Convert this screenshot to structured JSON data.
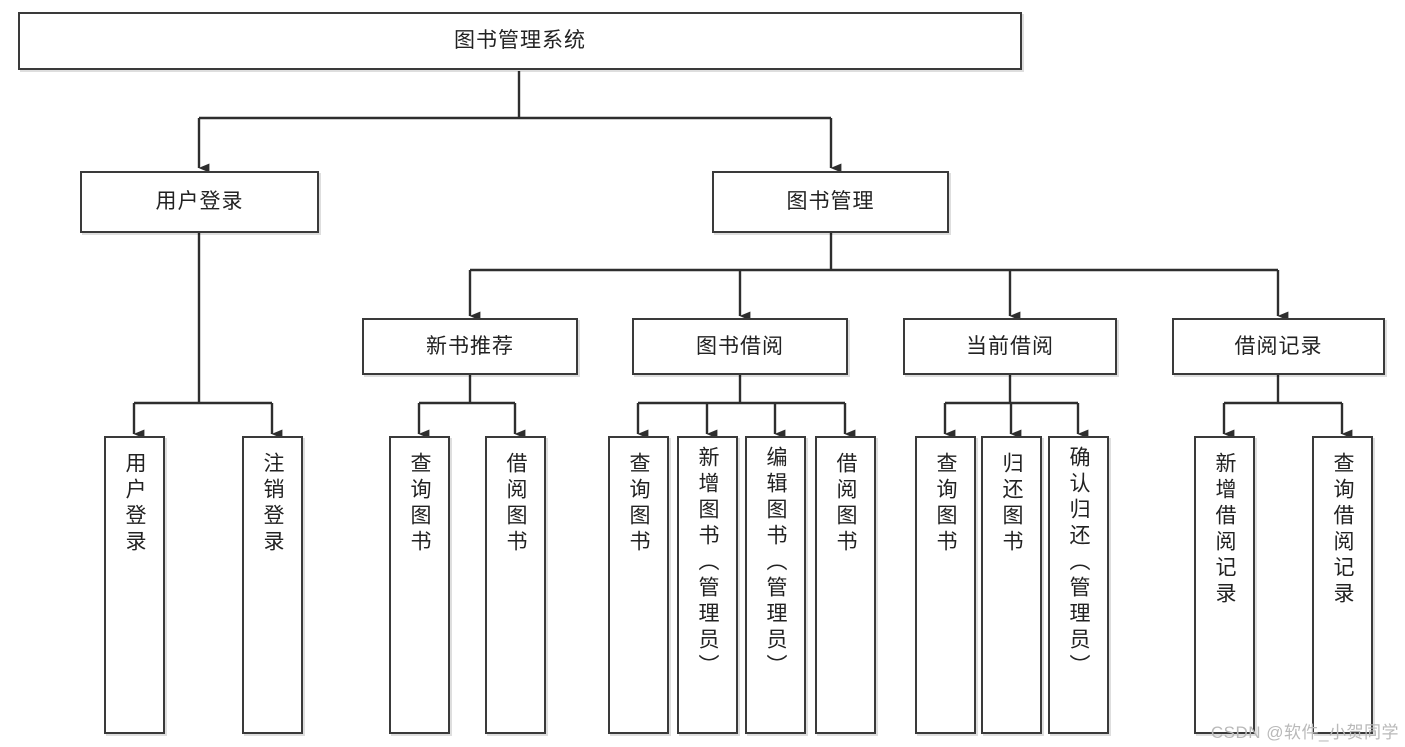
{
  "diagram": {
    "type": "hierarchy-tree",
    "title": "图书管理系统",
    "root": {
      "label": "图书管理系统"
    },
    "level2": [
      {
        "label": "用户登录"
      },
      {
        "label": "图书管理"
      }
    ],
    "level3": [
      {
        "label": "新书推荐"
      },
      {
        "label": "图书借阅"
      },
      {
        "label": "当前借阅"
      },
      {
        "label": "借阅记录"
      }
    ],
    "leaves": {
      "user_login": [
        {
          "label": "用户登录"
        },
        {
          "label": "注销登录"
        }
      ],
      "new_book_recommend": [
        {
          "label": "查询图书"
        },
        {
          "label": "借阅图书"
        }
      ],
      "book_borrow": [
        {
          "label": "查询图书"
        },
        {
          "label": "新增图书（管理员）"
        },
        {
          "label": "编辑图书（管理员）"
        },
        {
          "label": "借阅图书"
        }
      ],
      "current_borrow": [
        {
          "label": "查询图书"
        },
        {
          "label": "归还图书"
        },
        {
          "label": "确认归还（管理员）"
        }
      ],
      "borrow_record": [
        {
          "label": "新增借阅记录"
        },
        {
          "label": "查询借阅记录"
        }
      ]
    }
  },
  "watermark": {
    "text": "CSDN @软件_小贺同学"
  },
  "colors": {
    "box_border": "#3a3a3a",
    "box_fill": "#ffffff",
    "connector": "#2e2e2e",
    "text": "#222222",
    "watermark": "#b9b9b9"
  }
}
